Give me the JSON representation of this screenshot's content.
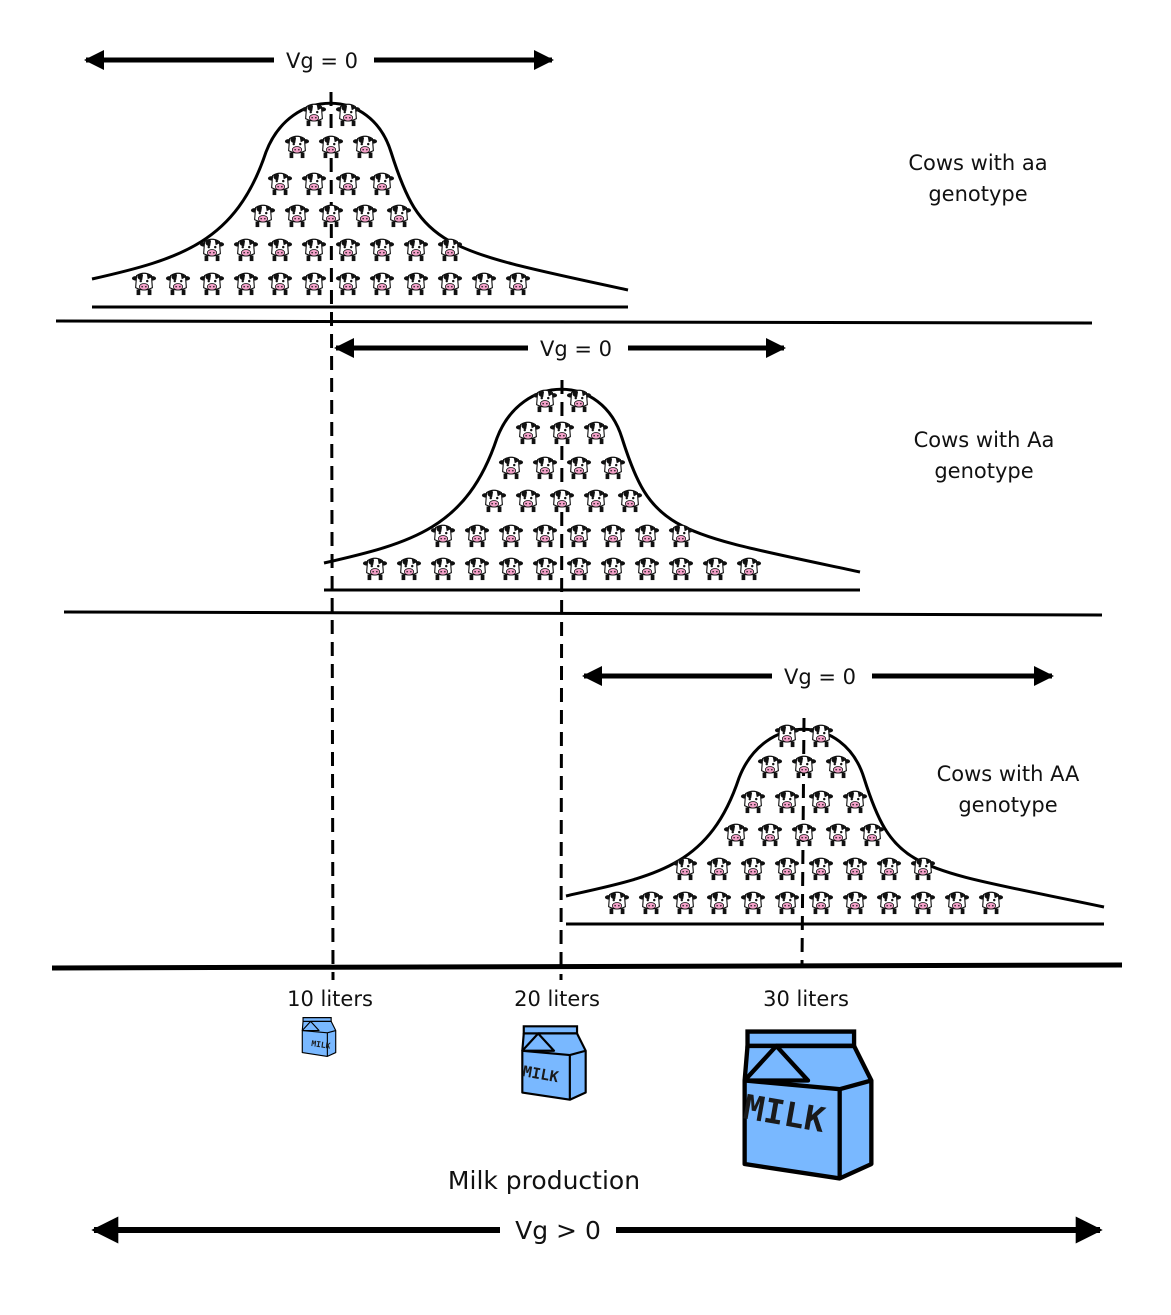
{
  "panels": [
    {
      "label_line1": "Cows with aa",
      "label_line2": "genotype",
      "vg": "Vg = 0",
      "rows": [
        2,
        3,
        4,
        5,
        8,
        12
      ]
    },
    {
      "label_line1": "Cows with Aa",
      "label_line2": "genotype",
      "vg": "Vg = 0",
      "rows": [
        2,
        3,
        4,
        5,
        8,
        12
      ]
    },
    {
      "label_line1": "Cows with AA",
      "label_line2": "genotype",
      "vg": "Vg = 0",
      "rows": [
        2,
        3,
        4,
        5,
        8,
        12
      ]
    }
  ],
  "axis": {
    "ticks": [
      "10 liters",
      "20 liters",
      "30 liters"
    ],
    "title": "Milk production",
    "overall_vg": "Vg > 0"
  },
  "cartons": {
    "label": "MILK"
  },
  "colors": {
    "carton": "#79b8ff",
    "cow_nose": "#f2a0c8",
    "line": "#000000"
  },
  "icons": {
    "cow": "cow-icon",
    "milk": "milk-carton-icon"
  }
}
